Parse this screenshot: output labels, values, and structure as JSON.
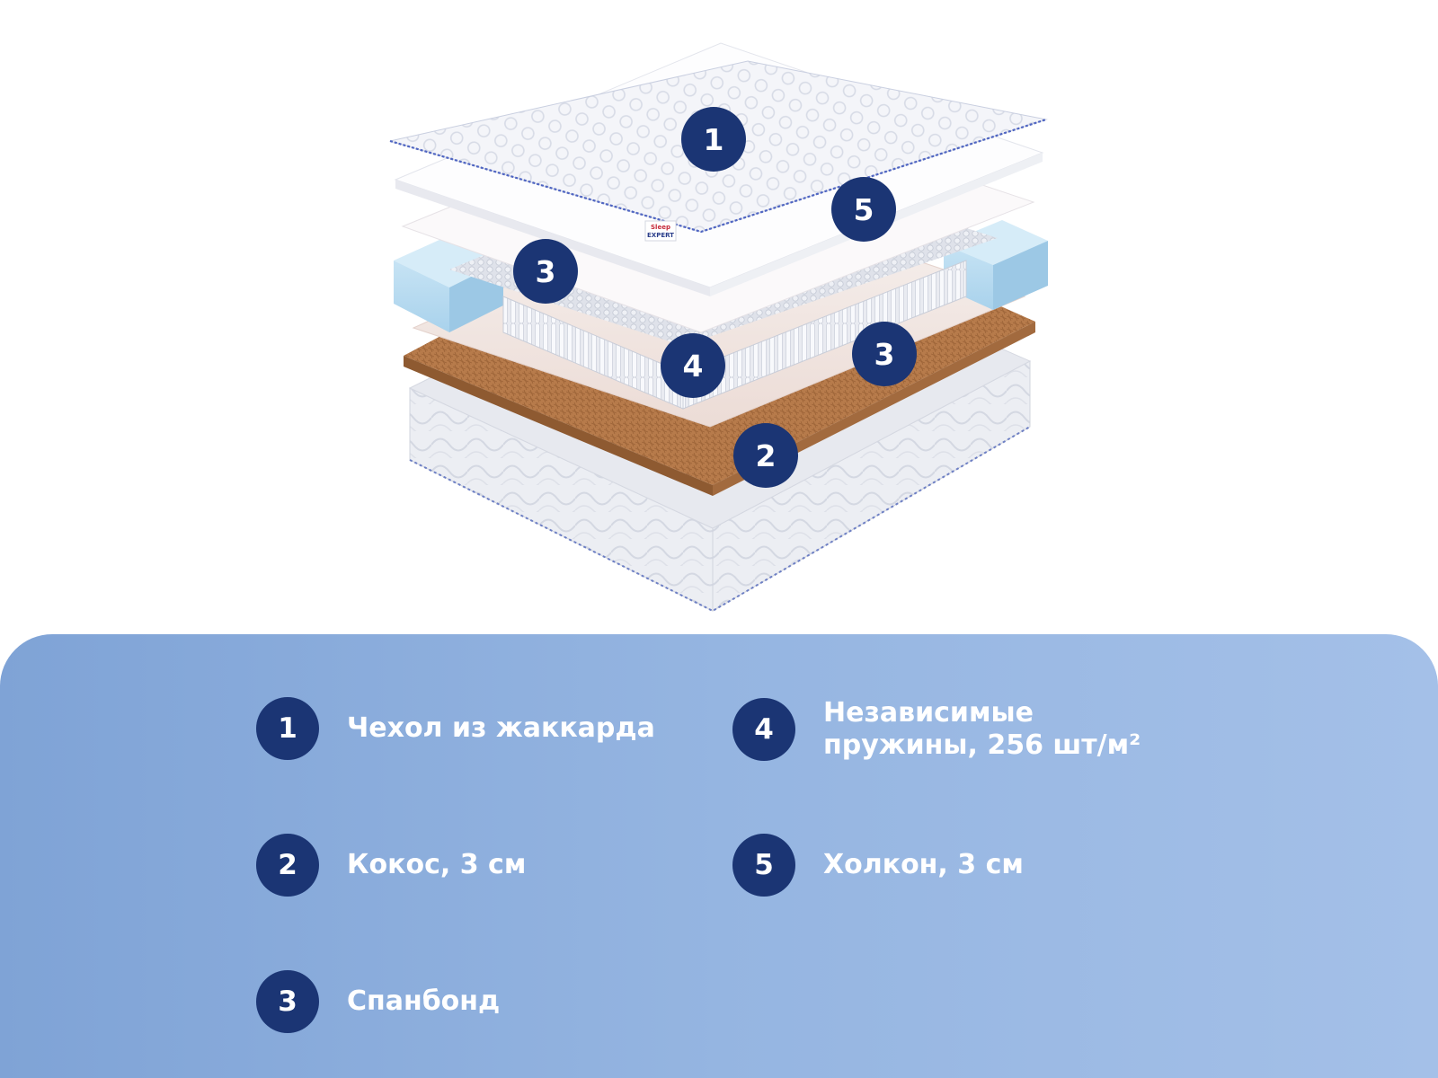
{
  "brand_tag": {
    "line1": "Sleep",
    "line2": "EXPERT"
  },
  "markers": [
    {
      "id": "m1",
      "label": "1",
      "layer": "cover"
    },
    {
      "id": "m5",
      "label": "5",
      "layer": "holcon"
    },
    {
      "id": "m3a",
      "label": "3",
      "layer": "spunbond-top"
    },
    {
      "id": "m4",
      "label": "4",
      "layer": "springs"
    },
    {
      "id": "m3b",
      "label": "3",
      "layer": "spunbond-bottom"
    },
    {
      "id": "m2",
      "label": "2",
      "layer": "coconut"
    }
  ],
  "legend": [
    {
      "number": "1",
      "lines": [
        "Чехол из жаккарда"
      ]
    },
    {
      "number": "2",
      "lines": [
        "Кокос, 3 см"
      ]
    },
    {
      "number": "3",
      "lines": [
        "Спанбонд"
      ]
    },
    {
      "number": "4",
      "lines": [
        "Независимые",
        "пружины, 256 шт/м²"
      ]
    },
    {
      "number": "5",
      "lines": [
        "Холкон, 3 см"
      ]
    }
  ],
  "colors": {
    "marker_fill": "#1b3574",
    "panel_gradient_start": "#7fa3d6",
    "panel_gradient_end": "#a4c0e8",
    "coconut": "#b5794a",
    "blue_foam": "#b3d8ef"
  }
}
